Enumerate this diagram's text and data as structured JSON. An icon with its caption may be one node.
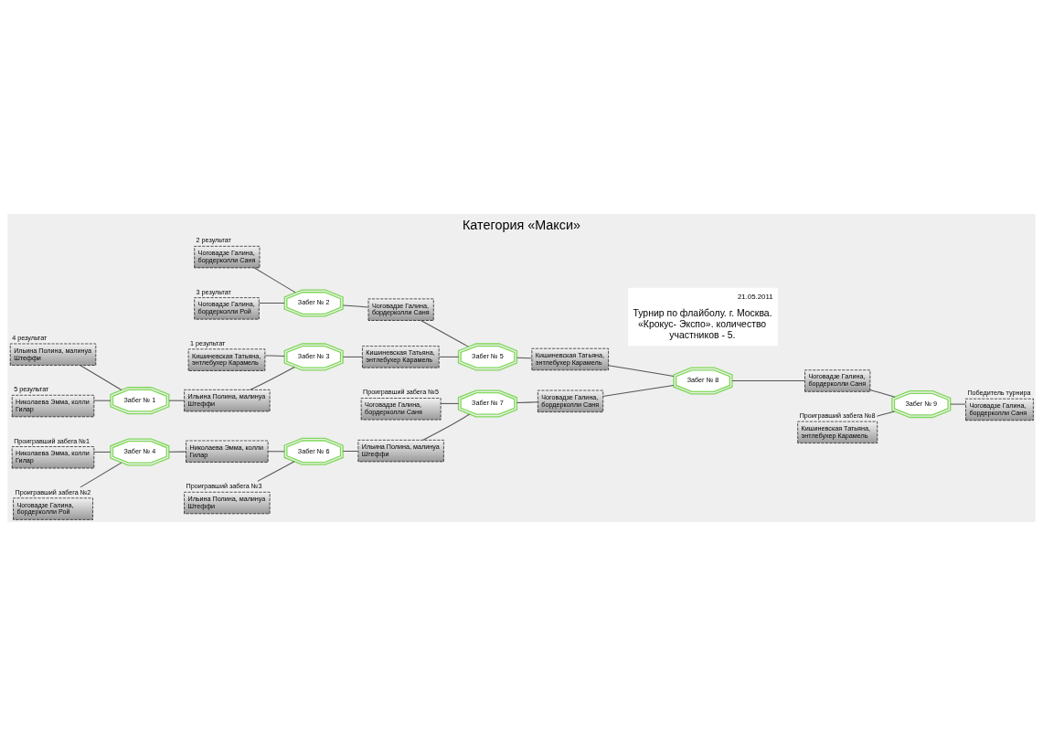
{
  "diagram": {
    "title": "Категория «Макси»",
    "nodes": [
      {
        "text": [
          "2 результат",
          "Чоговадзе Галина, бордерколли Саня"
        ]
      },
      {
        "text": [
          "3 результат",
          "Чоговадзе Галина, бордерколли Рой"
        ]
      },
      {
        "text": [
          "Забег № 2"
        ]
      },
      {
        "text": [
          "Чоговадзе Галина, бордерколли Саня"
        ]
      },
      {
        "text": [
          "1 результат",
          "Кишиневская Татьяна, энтлебухер Карамель"
        ]
      },
      {
        "text": [
          "4 результат",
          "Ильина Полина, малинуа Штеффи"
        ]
      },
      {
        "text": [
          "5 результат",
          "Николаева Эмма, колли Гилар"
        ]
      },
      {
        "text": [
          "Забег № 1"
        ]
      },
      {
        "text": [
          "Ильина Полина, малинуа Штеффи"
        ]
      },
      {
        "text": [
          "Забег № 3"
        ]
      },
      {
        "text": [
          "Кишиневская Татьяна, энтлебухер Карамель"
        ]
      },
      {
        "text": [
          "Забег № 5"
        ]
      },
      {
        "text": [
          "Кишиневская Татьяна, энтлебухер Карамель"
        ]
      },
      {
        "text": [
          "Забег № 8"
        ]
      },
      {
        "text": [
          "Чоговадзе Галина, бордерколли Саня"
        ]
      },
      {
        "text": [
          "Проигравший забега №8",
          "Кишиневская Татьяна, энтлебухер Карамель"
        ]
      },
      {
        "text": [
          "Забег № 9"
        ]
      },
      {
        "text": [
          "Победитель турнира",
          "Чоговадзе Галина, бордерколли Саня"
        ]
      },
      {
        "text": [
          "Проигравший забега №1",
          "Николаева Эмма, колли Гилар"
        ]
      },
      {
        "text": [
          "Проигравший забега №2",
          "Чоговадзе Галина, бордерколли Рой"
        ]
      },
      {
        "text": [
          "Забег № 4"
        ]
      },
      {
        "text": [
          "Николаева Эмма, колли Гилар"
        ]
      },
      {
        "text": [
          "Проигравший забега №3",
          "Ильина Полина, малинуа Штеффи"
        ]
      },
      {
        "text": [
          "Забег № 6"
        ]
      },
      {
        "text": [
          "Ильина Полина, малинуа Штеффи"
        ]
      },
      {
        "text": [
          "Проигравший забега №5",
          "Чоговадзе Галина, бордерколли Саня"
        ]
      },
      {
        "text": [
          "Забег № 7"
        ]
      },
      {
        "text": [
          "Чоговадзе Галина, бордерколли Саня"
        ]
      }
    ],
    "edges": [
      {
        "from": 0,
        "to": 2,
        "arrow": "none"
      },
      {
        "from": 1,
        "to": 2,
        "arrow": "none"
      },
      {
        "from": 2,
        "to": 3,
        "arrow": "none"
      },
      {
        "from": 5,
        "to": 7,
        "arrow": "none"
      },
      {
        "from": 6,
        "to": 7,
        "arrow": "none"
      },
      {
        "from": 7,
        "to": 8,
        "arrow": "none"
      },
      {
        "from": 4,
        "to": 9,
        "arrow": "none"
      },
      {
        "from": 8,
        "to": 9,
        "arrow": "none"
      },
      {
        "from": 9,
        "to": 10,
        "arrow": "none"
      },
      {
        "from": 3,
        "to": 11,
        "arrow": "none"
      },
      {
        "from": 10,
        "to": 11,
        "arrow": "none"
      },
      {
        "from": 11,
        "to": 12,
        "arrow": "none"
      },
      {
        "from": 12,
        "to": 13,
        "arrow": "none"
      },
      {
        "from": 27,
        "to": 13,
        "arrow": "none"
      },
      {
        "from": 13,
        "to": 14,
        "arrow": "none"
      },
      {
        "from": 14,
        "to": 16,
        "arrow": "none"
      },
      {
        "from": 15,
        "to": 16,
        "arrow": "none"
      },
      {
        "from": 16,
        "to": 17,
        "arrow": "none"
      },
      {
        "from": 18,
        "to": 20,
        "arrow": "none"
      },
      {
        "from": 19,
        "to": 20,
        "arrow": "none"
      },
      {
        "from": 20,
        "to": 21,
        "arrow": "none"
      },
      {
        "from": 21,
        "to": 23,
        "arrow": "none"
      },
      {
        "from": 22,
        "to": 23,
        "arrow": "none"
      },
      {
        "from": 23,
        "to": 24,
        "arrow": "none"
      },
      {
        "from": 25,
        "to": 26,
        "arrow": "none"
      },
      {
        "from": 24,
        "to": 26,
        "arrow": "none"
      },
      {
        "from": 26,
        "to": 27,
        "arrow": "none"
      }
    ],
    "labels": [
      "21.05.2011",
      "Турнир по флайболу. г. Москва. «Крокус- Экспо». количество участников - 5."
    ]
  }
}
